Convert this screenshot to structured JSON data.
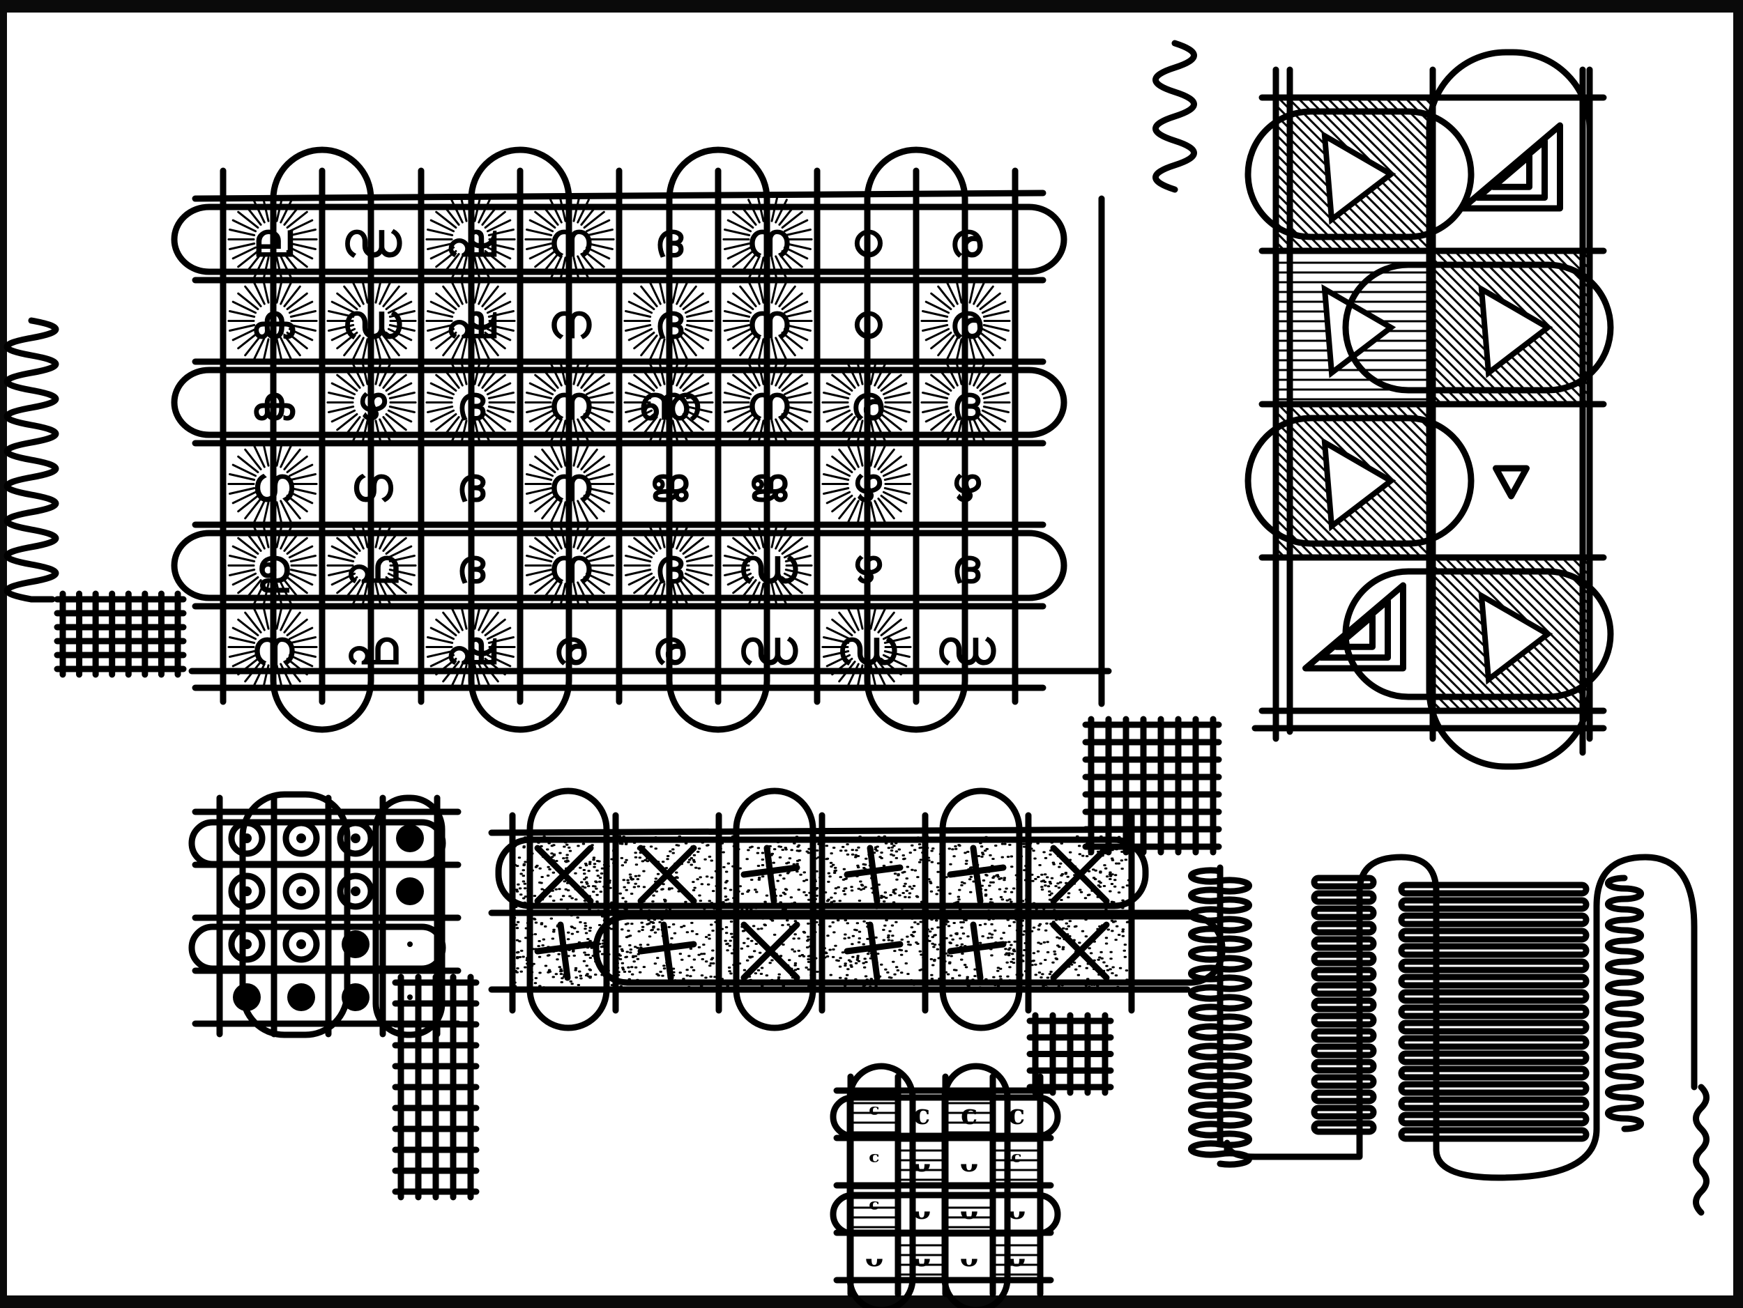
{
  "artwork": {
    "palette": {
      "ink": "#000000",
      "paper": "#ffffff",
      "backdrop": "#0a0a0a"
    },
    "glyph_grid": {
      "rows": [
        [
          "ല",
          "ഡ",
          "ഷ",
          "ന",
          "ദ",
          "ന",
          "ഠ",
          "ര"
        ],
        [
          "ക",
          "ഡ",
          "ഷ",
          "ന",
          "ദ",
          "ന",
          "ഠ",
          "ര"
        ],
        [
          "ക",
          "ഴ",
          "ദ",
          "ന",
          "ഞ",
          "ന",
          "ര",
          "ദ"
        ],
        [
          "ഗ",
          "ഗ",
          "ദ",
          "ന",
          "ജ",
          "ജ",
          "ഴ",
          "ഴ"
        ],
        [
          "ഉ",
          "ഫ",
          "ദ",
          "ന",
          "ദ",
          "ഡ",
          "ഴ",
          "ദ"
        ],
        [
          "ന",
          "ഫ",
          "ഷ",
          "ര",
          "ര",
          "ഡ",
          "ഡ",
          "ഡ"
        ]
      ],
      "hatched": [
        [
          1,
          0,
          1,
          1,
          0,
          1,
          0,
          0
        ],
        [
          1,
          1,
          1,
          0,
          1,
          1,
          0,
          1
        ],
        [
          0,
          1,
          1,
          1,
          1,
          1,
          1,
          1
        ],
        [
          1,
          0,
          0,
          1,
          0,
          0,
          1,
          0
        ],
        [
          1,
          1,
          0,
          1,
          1,
          1,
          0,
          0
        ],
        [
          1,
          0,
          1,
          0,
          0,
          0,
          1,
          0
        ]
      ]
    },
    "triangle_panel": {
      "cells": [
        [
          "hatched",
          "triangle"
        ],
        [
          "hatched",
          "hatched"
        ],
        [
          "hatched",
          "small-triangle"
        ],
        [
          "triangle",
          "hatched"
        ]
      ]
    },
    "circle_grid": {
      "rows": [
        [
          "ring",
          "ring",
          "ring",
          "dot"
        ],
        [
          "ring",
          "ring",
          "ring",
          "dot"
        ],
        [
          "ring",
          "ring",
          "dot",
          "blank"
        ],
        [
          "dot",
          "dot",
          "dot",
          "blank"
        ]
      ]
    },
    "cross_band": {
      "marks": [
        [
          "×",
          "×",
          "+",
          "+",
          "+",
          "×"
        ],
        [
          "+",
          "+",
          "×",
          "+",
          "+",
          "×"
        ]
      ]
    },
    "curl_grid": {
      "rows": [
        [
          "ᶜ",
          "c",
          "c",
          "c"
        ],
        [
          "ᶜ",
          "ᴗ",
          "ᴗ",
          "ᶜ"
        ],
        [
          "ᶜ",
          "ᴗ",
          "ᴗ",
          "ᴗ"
        ],
        [
          "ᴗ",
          "ᴗ",
          "ᴗ",
          "ᴗ"
        ]
      ]
    },
    "motifs": [
      "mesh-patch",
      "wave-squiggle",
      "coil-spring",
      "comb-stripes"
    ]
  }
}
